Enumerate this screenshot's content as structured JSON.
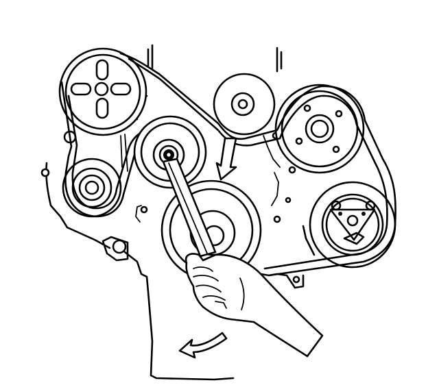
{
  "figure": {
    "stroke_color": "#000000",
    "background_color": "#ffffff",
    "components": [
      "engine-block-outline",
      "upper-left-pulley",
      "idler-pulley",
      "belt-tensioner-pulley",
      "crankshaft-pulley",
      "upper-right-pulley",
      "lower-right-pulley",
      "lower-left-pulley",
      "drive-belt",
      "wrench",
      "hand",
      "rotation-arrow-down",
      "rotation-arrow-counterclockwise"
    ]
  }
}
